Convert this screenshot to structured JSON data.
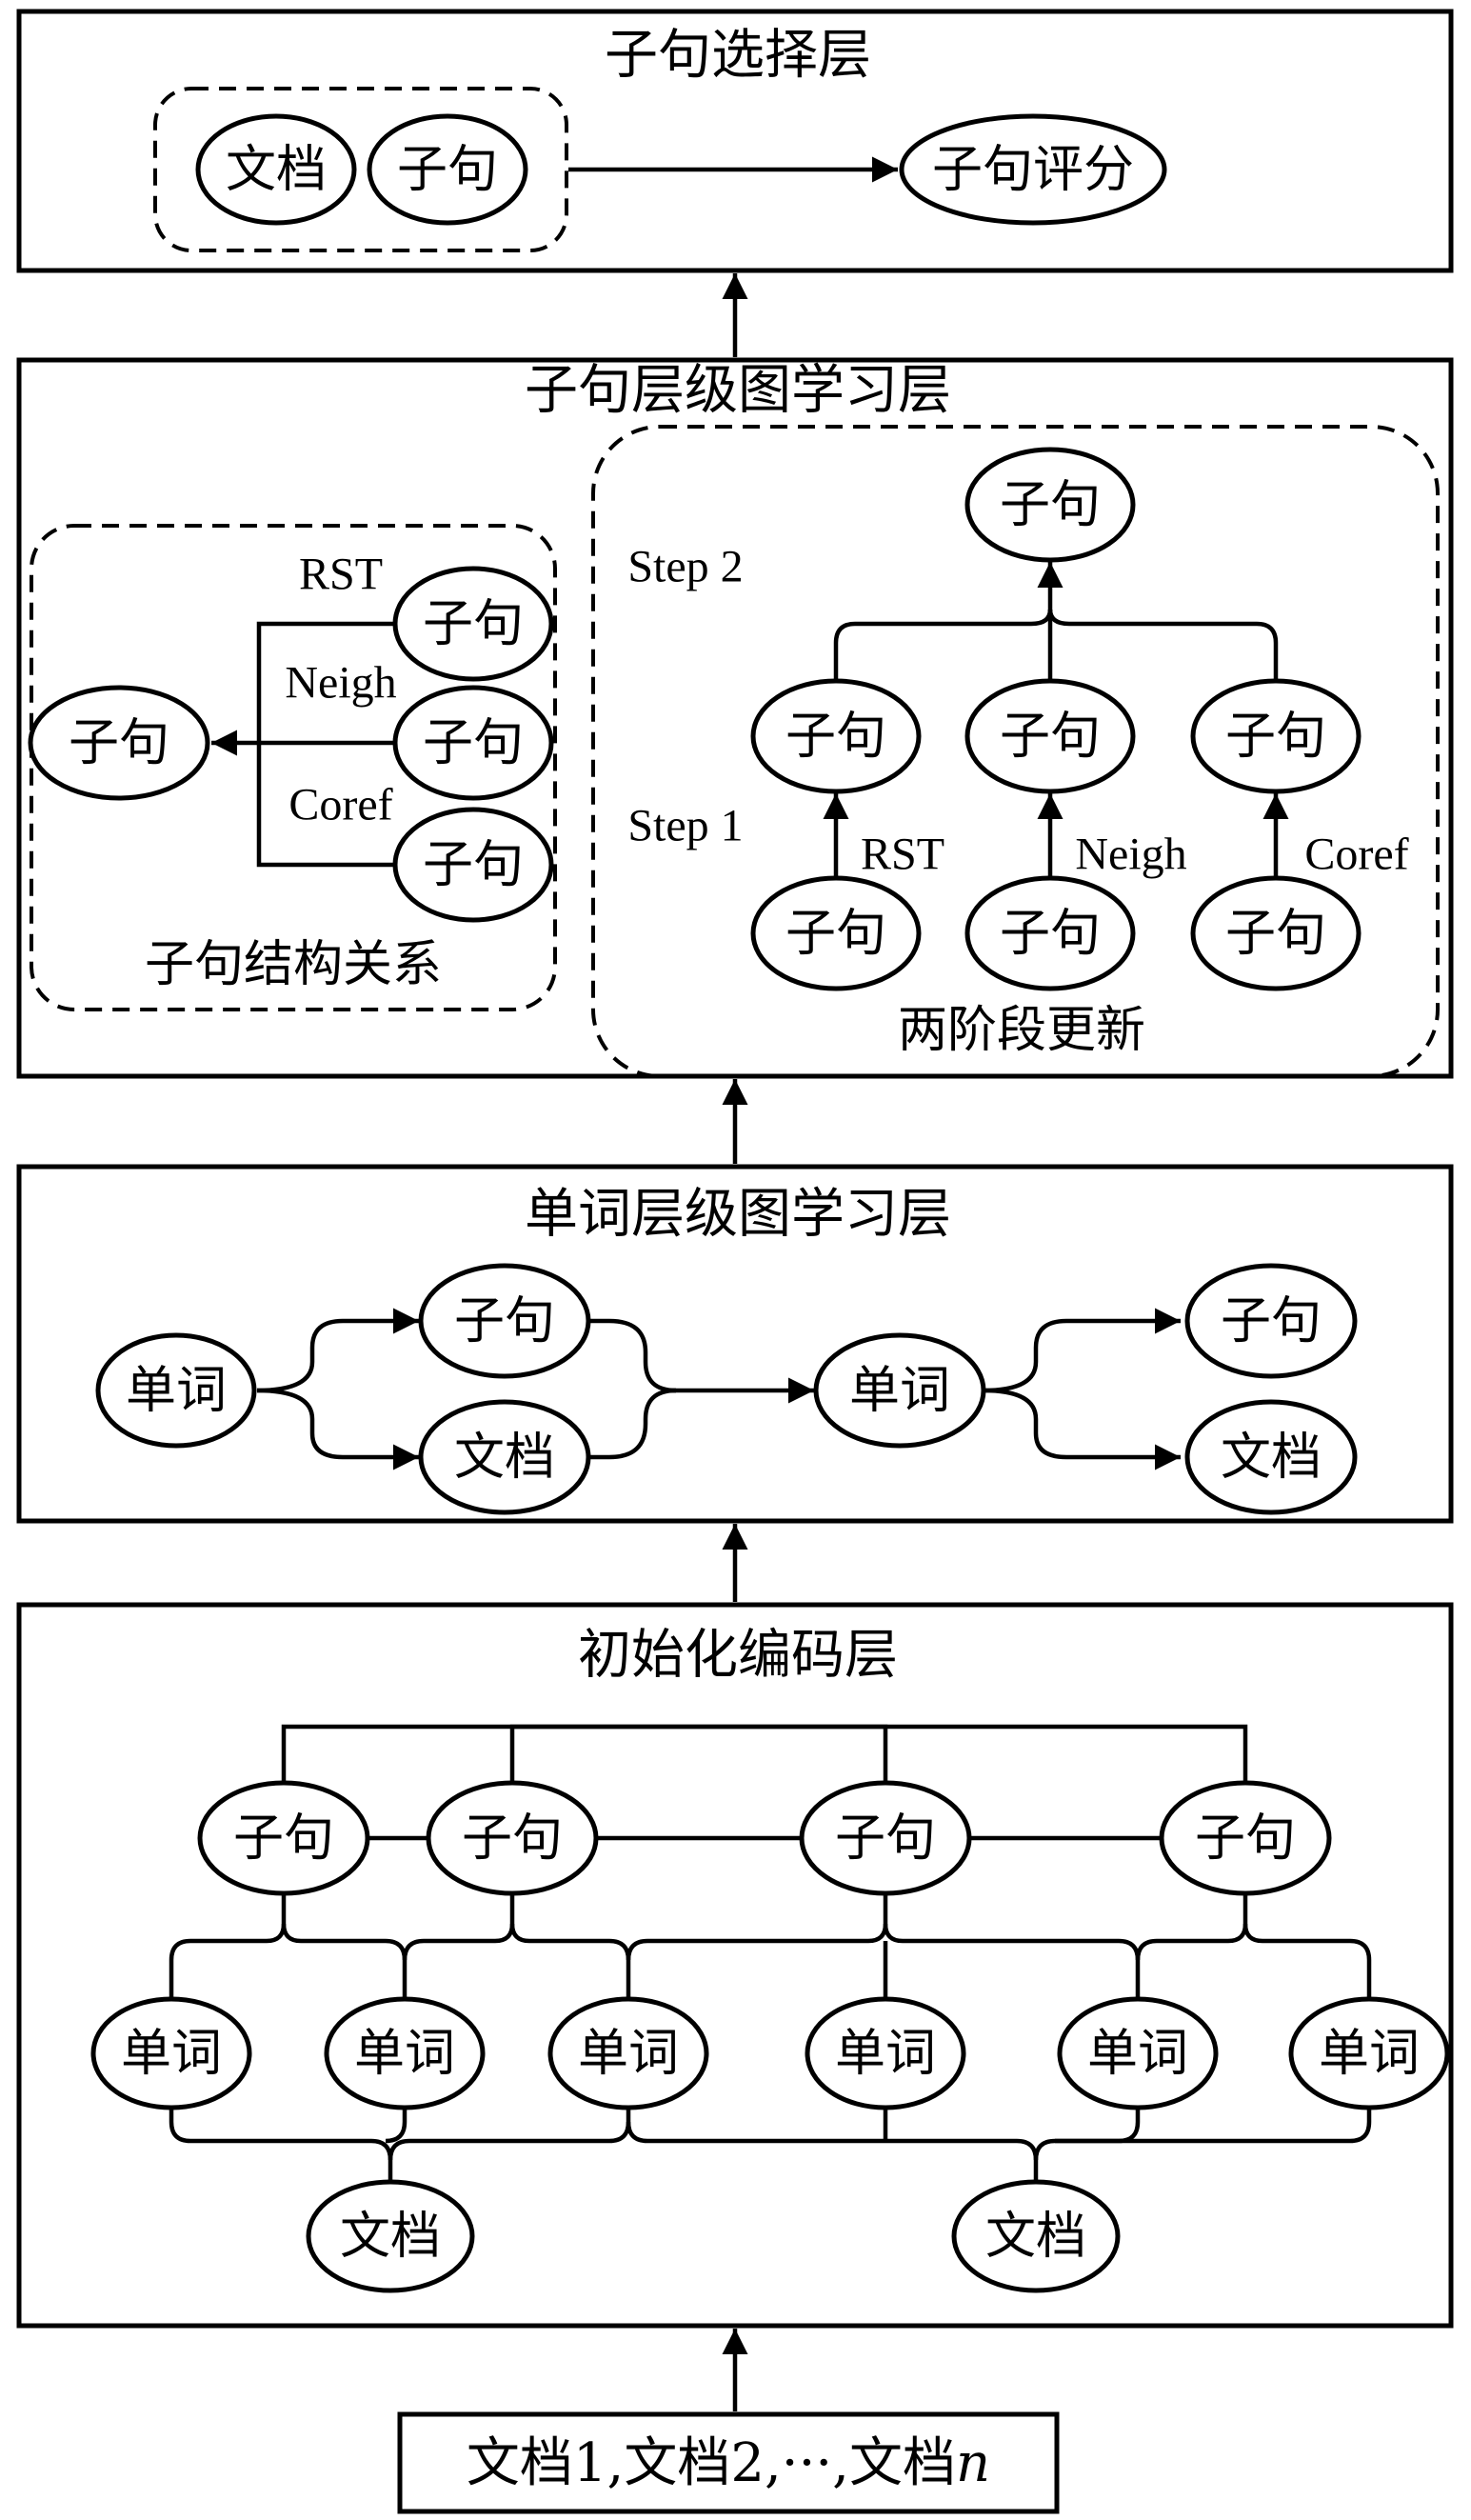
{
  "layers": {
    "sentence_selection": {
      "title": "子句选择层",
      "doc": "文档",
      "sentence": "子句",
      "score": "子句评分"
    },
    "sentence_graph": {
      "title": "子句层级图学习层",
      "relations_caption": "子句结构关系",
      "update_caption": "两阶段更新",
      "step2": "Step 2",
      "step1": "Step 1",
      "node": "子句",
      "edge_labels": [
        "RST",
        "Neigh",
        "Coref"
      ]
    },
    "word_graph": {
      "title": "单词层级图学习层",
      "word": "单词",
      "sentence": "子句",
      "doc": "文档"
    },
    "init_encoding": {
      "title": "初始化编码层",
      "sentence": "子句",
      "word": "单词",
      "doc": "文档"
    }
  },
  "input": {
    "text": "文档1,文档2,···,文档",
    "italic_n": "n"
  }
}
